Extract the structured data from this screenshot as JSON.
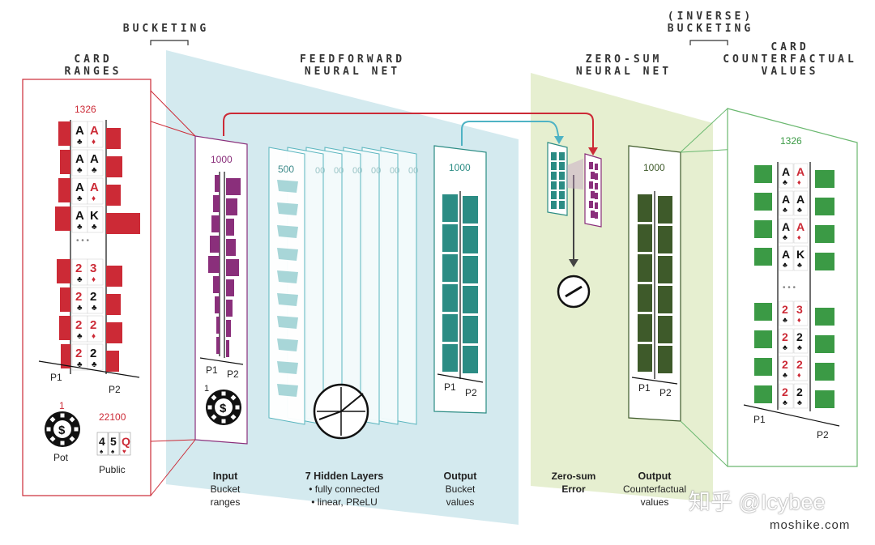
{
  "headers": {
    "bucketing": "BUCKETING",
    "card_ranges_1": "CARD",
    "card_ranges_2": "RANGES",
    "feedforward_1": "FEEDFORWARD",
    "feedforward_2": "NEURAL NET",
    "zerosum_1": "ZERO-SUM",
    "zerosum_2": "NEURAL NET",
    "inverse_1": "(INVERSE)",
    "inverse_2": "BUCKETING",
    "ccv_1": "CARD",
    "ccv_2": "COUNTERFACTUAL",
    "ccv_3": "VALUES"
  },
  "left_panel": {
    "count": "1326",
    "p1": "P1",
    "p2": "P2",
    "pot_value": "1",
    "pot_label": "Pot",
    "public_value": "22100",
    "public_label": "Public",
    "public_cards": [
      "4",
      "5",
      "Q"
    ],
    "hands": [
      [
        "A",
        "A"
      ],
      [
        "A",
        "A"
      ],
      [
        "A",
        "A"
      ],
      [
        "A",
        "K"
      ],
      [
        "2",
        "3"
      ],
      [
        "2",
        "2"
      ],
      [
        "2",
        "2"
      ],
      [
        "2",
        "2"
      ]
    ],
    "ellipsis": "• • •"
  },
  "input_panel": {
    "count": "1000",
    "p1": "P1",
    "p2": "P2",
    "pot_value": "1",
    "cap_title": "Input",
    "cap_1": "Bucket",
    "cap_2": "ranges"
  },
  "hidden_panel": {
    "count": "500",
    "cap_title": "7 Hidden Layers",
    "cap_1": "• fully connected",
    "cap_2": "• linear, PReLU"
  },
  "output_panel": {
    "count": "1000",
    "p1": "P1",
    "p2": "P2",
    "cap_title": "Output",
    "cap_1": "Bucket",
    "cap_2": "values"
  },
  "zerosum": {
    "cap_1": "Zero-sum",
    "cap_2": "Error"
  },
  "cf_panel": {
    "count": "1000",
    "p1": "P1",
    "p2": "P2",
    "cap_title": "Output",
    "cap_1": "Counterfactual",
    "cap_2": "values"
  },
  "right_panel": {
    "count": "1326",
    "p1": "P1",
    "p2": "P2",
    "hands": [
      [
        "A",
        "A"
      ],
      [
        "A",
        "A"
      ],
      [
        "A",
        "A"
      ],
      [
        "A",
        "K"
      ],
      [
        "2",
        "3"
      ],
      [
        "2",
        "2"
      ],
      [
        "2",
        "2"
      ],
      [
        "2",
        "2"
      ]
    ],
    "ellipsis": "• • •"
  },
  "watermark": {
    "main": "知乎 @Icybee",
    "site": "moshike.com"
  },
  "colors": {
    "red": "#cc2a36",
    "purple": "#8a2f7b",
    "teal": "#2b8c84",
    "dark_green": "#3e5a2a",
    "green": "#3b9a45",
    "light_blue": "#cfe7ec",
    "light_green": "#e6efcf"
  }
}
